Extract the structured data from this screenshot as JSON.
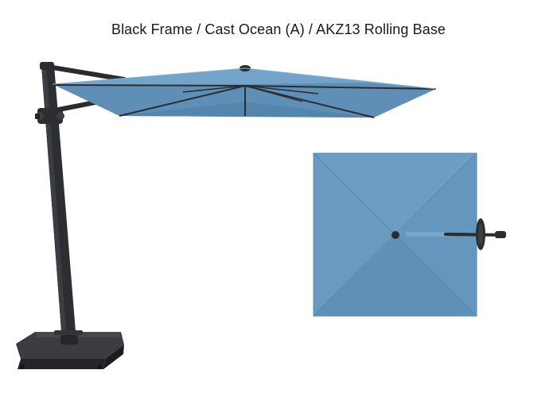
{
  "title": "Black Frame / Cast Ocean (A) / AKZ13 Rolling Base",
  "colors": {
    "canopy": "#6898bf",
    "canopy_dark": "#5a89b0",
    "canopy_light": "#78a7cc",
    "frame": "#2a2c2f",
    "base": "#2e3033"
  },
  "images": {
    "side_view": "cantilever-umbrella-side-view",
    "top_view": "umbrella-canopy-top-view"
  }
}
